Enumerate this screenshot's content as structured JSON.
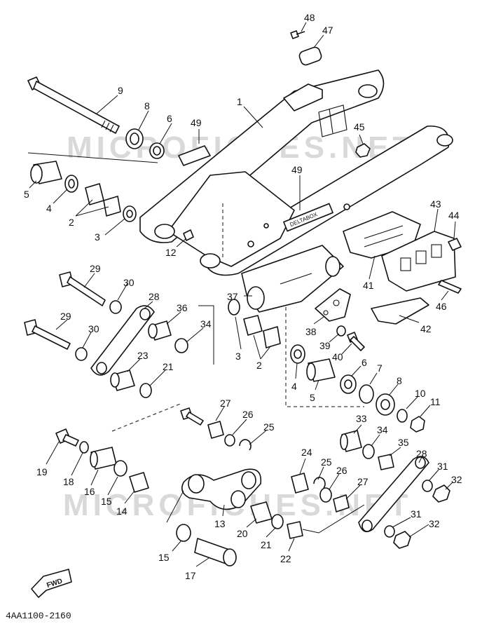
{
  "diagram": {
    "watermark": "MICROFICHES.NET",
    "direction_badge": "FWD",
    "box_label": "DELTABOX",
    "drawing_code": "4AA1100-2160",
    "callouts": [
      "1",
      "2",
      "3",
      "4",
      "5",
      "6",
      "7",
      "8",
      "9",
      "10",
      "11",
      "12",
      "13",
      "14",
      "15",
      "16",
      "17",
      "18",
      "19",
      "20",
      "21",
      "22",
      "23",
      "24",
      "25",
      "26",
      "27",
      "28",
      "29",
      "30",
      "31",
      "32",
      "33",
      "34",
      "35",
      "36",
      "37",
      "38",
      "39",
      "40",
      "41",
      "42",
      "43",
      "44",
      "45",
      "46",
      "47",
      "48",
      "49"
    ]
  }
}
